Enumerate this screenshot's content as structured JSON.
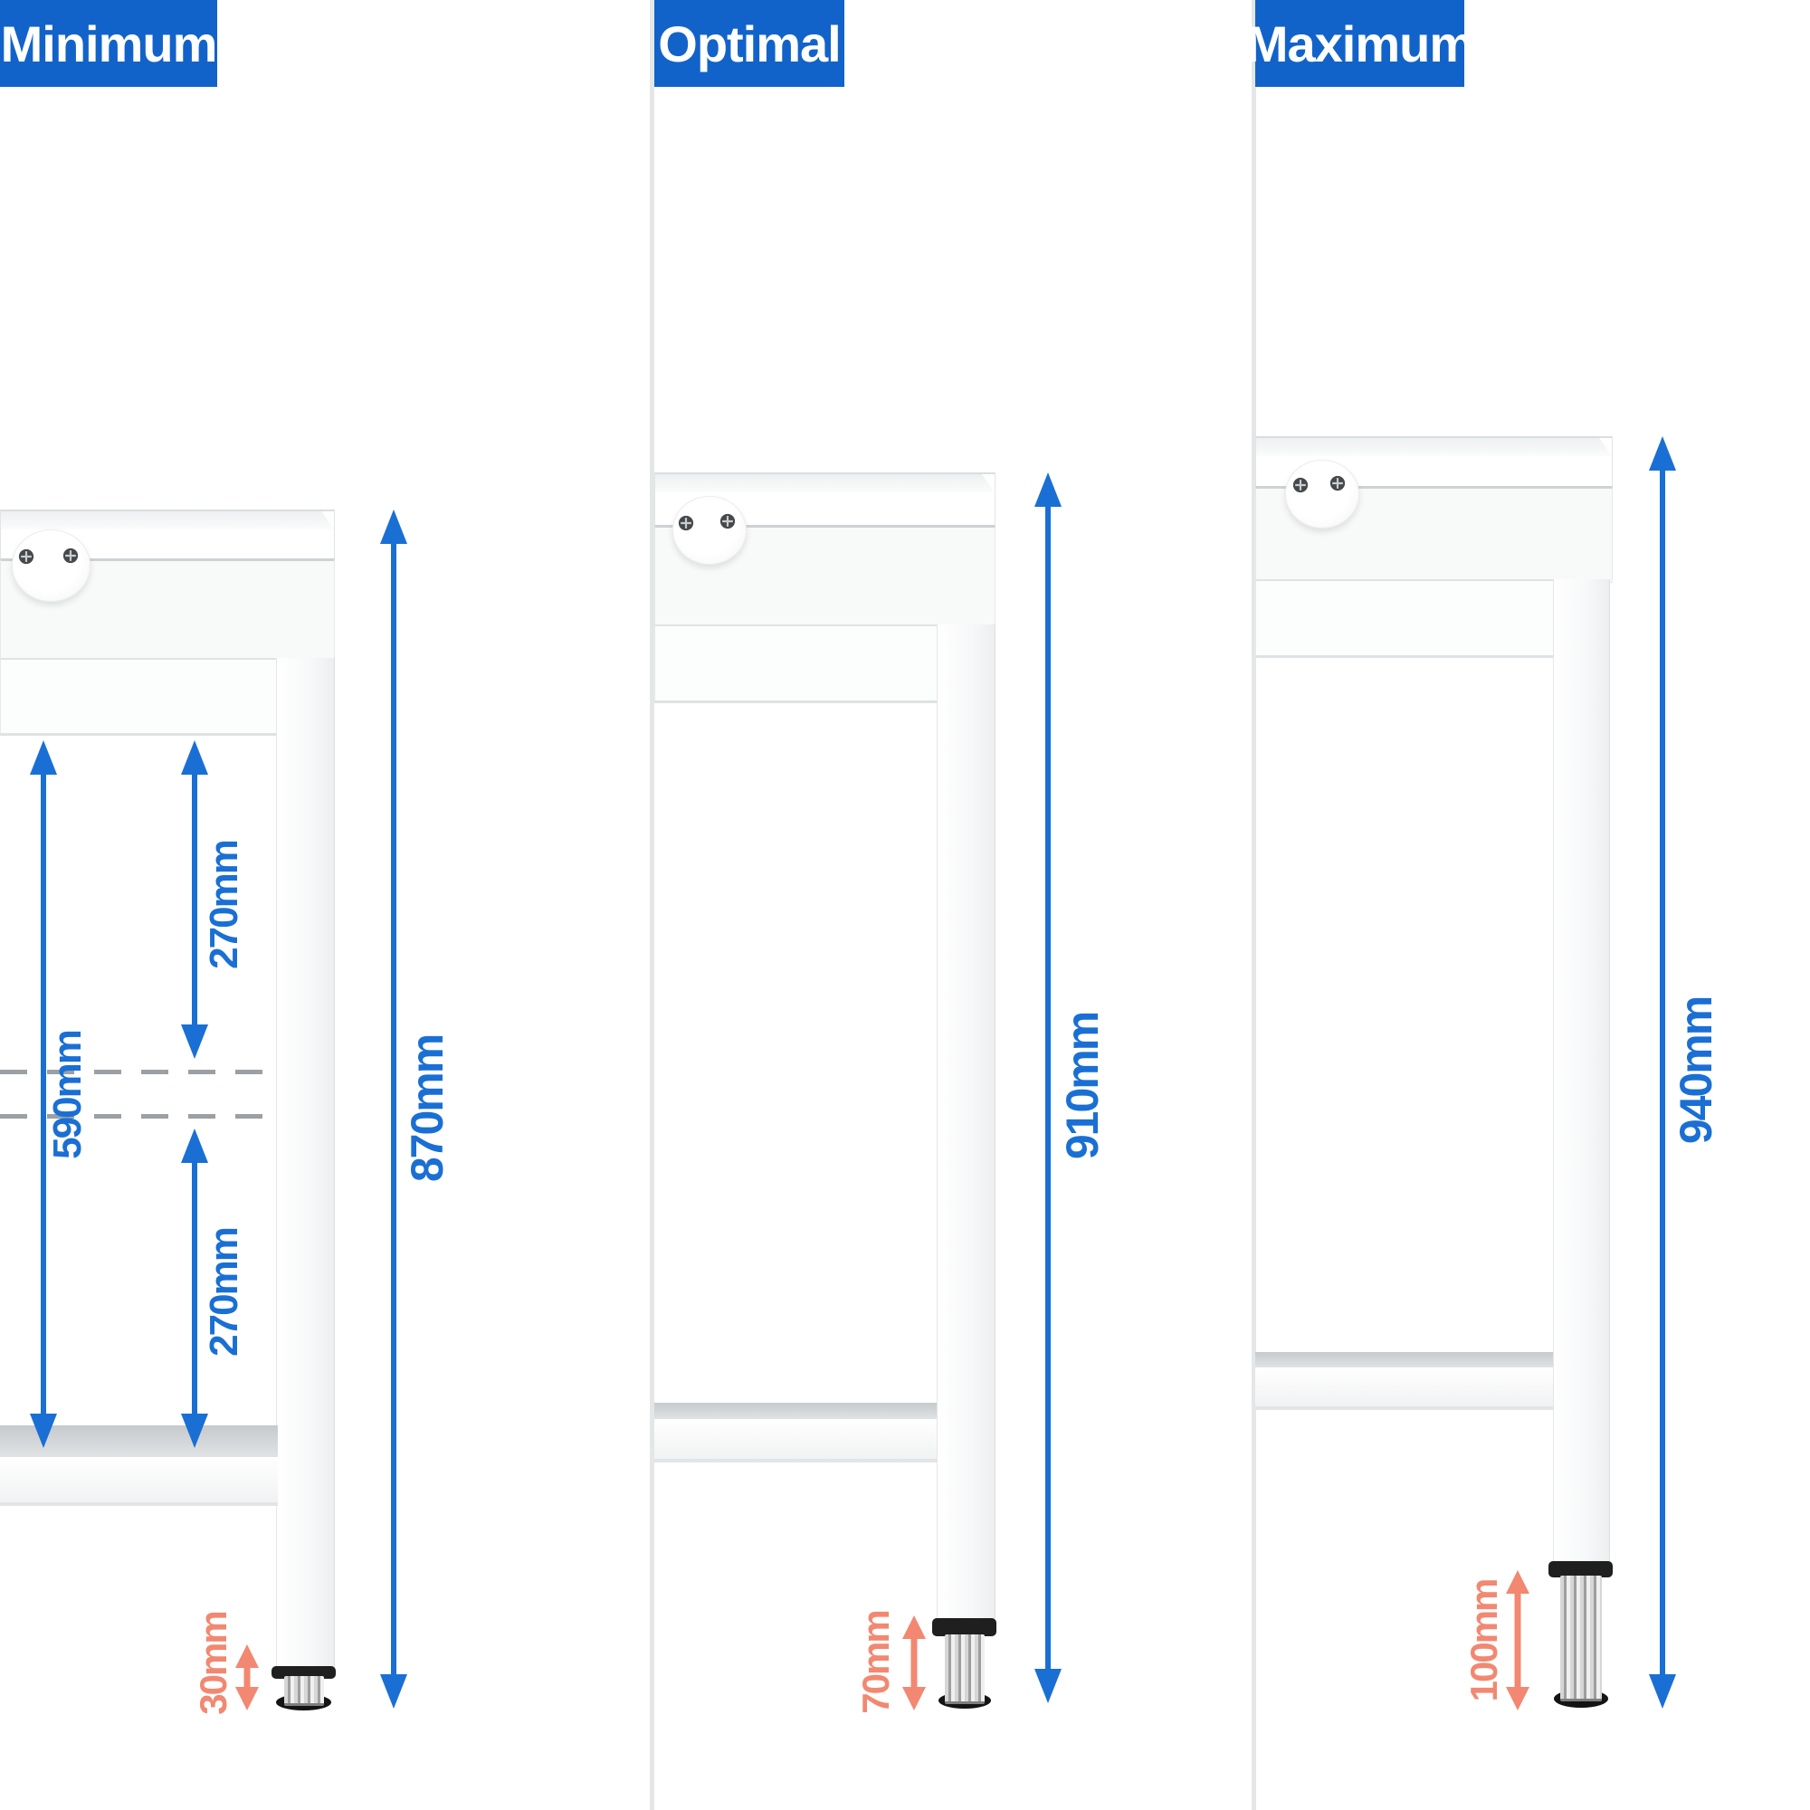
{
  "colors": {
    "header_blue": "#1263c9",
    "dimension_blue": "#1a6fd4",
    "adjust_salmon": "#f28871"
  },
  "icons": {
    "screw": "phillips-screw-icon"
  },
  "panels": {
    "minimum": {
      "label": "Minimum",
      "overall_height": "870mm",
      "upper_clearance": "270mm",
      "shelf_span": "590mm",
      "lower_clearance": "270mm",
      "foot_adjustment": "30mm"
    },
    "optimal": {
      "label": "Optimal",
      "overall_height": "910mm",
      "foot_adjustment": "70mm"
    },
    "maximum": {
      "label": "Maximum",
      "overall_height": "940mm",
      "foot_adjustment": "100mm"
    }
  }
}
